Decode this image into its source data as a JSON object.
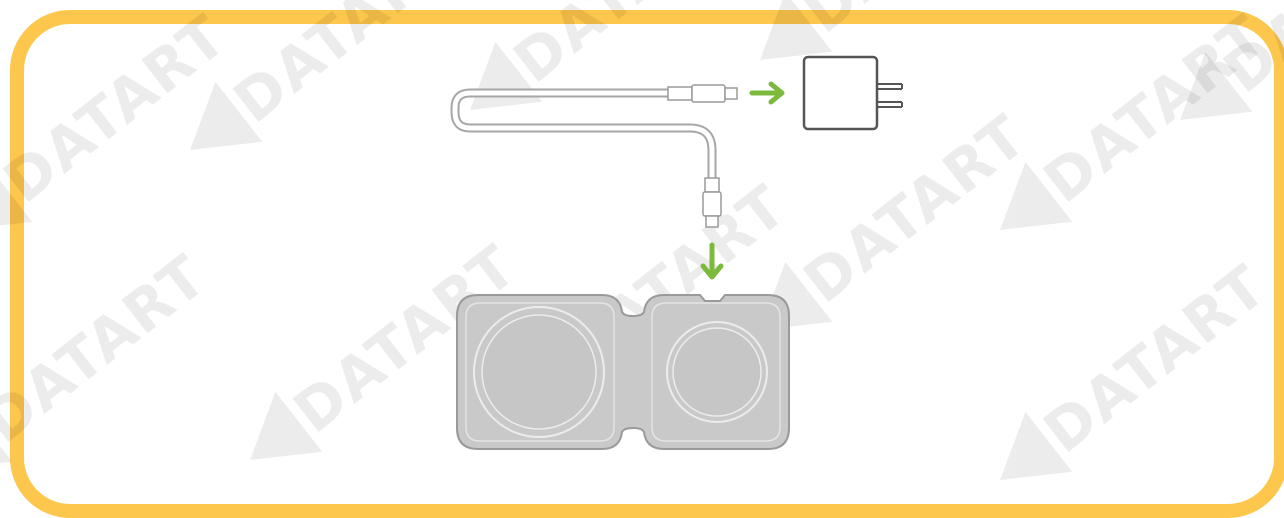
{
  "watermark": {
    "brand": "DATART"
  },
  "colors": {
    "frame_border": "#FDC64C",
    "arrow_green": "#7CBA3E",
    "device_fill": "#C9C9C9",
    "device_stroke": "#9A9A9A",
    "outline_gray": "#A6A6A6",
    "adapter_stroke": "#555555"
  },
  "diagram": {
    "steps": [
      {
        "name": "connect-cable-to-adapter",
        "direction": "right"
      },
      {
        "name": "connect-cable-to-charger",
        "direction": "down"
      }
    ],
    "icons": [
      "usb-c-cable-icon",
      "power-adapter-icon",
      "duo-charger-icon",
      "arrow-right-icon",
      "arrow-down-icon"
    ]
  }
}
